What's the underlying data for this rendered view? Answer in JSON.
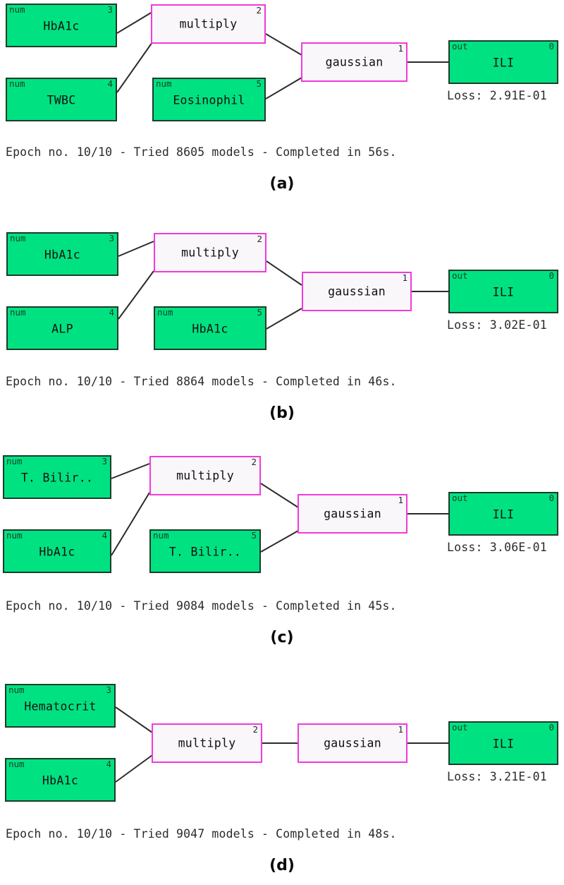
{
  "figure": {
    "background_color": "#ffffff",
    "node_green": "#00e281",
    "node_border_green": "#1d3b2a",
    "op_border_pink": "#ef3bdc",
    "op_fill": "#f9f7f9",
    "edge_color": "#2b2b2b"
  },
  "panels": [
    {
      "label": "(a)",
      "loss": "Loss: 2.91E-01",
      "epoch": "Epoch no. 10/10 - Tried 8605 models - Completed in 56s.",
      "nodes": {
        "in_top": {
          "kind": "num",
          "index": "3",
          "title": "HbA1c"
        },
        "in_bottom": {
          "kind": "num",
          "index": "4",
          "title": "TWBC"
        },
        "in_mid": {
          "kind": "num",
          "index": "5",
          "title": "Eosinophil"
        },
        "op_multiply": {
          "kind": "op",
          "index": "2",
          "title": "multiply"
        },
        "op_gaussian": {
          "kind": "op",
          "index": "1",
          "title": "gaussian"
        },
        "out": {
          "kind": "out",
          "index": "0",
          "title": "ILI"
        }
      }
    },
    {
      "label": "(b)",
      "loss": "Loss: 3.02E-01",
      "epoch": "Epoch no. 10/10 - Tried 8864 models - Completed in 46s.",
      "nodes": {
        "in_top": {
          "kind": "num",
          "index": "3",
          "title": "HbA1c"
        },
        "in_bottom": {
          "kind": "num",
          "index": "4",
          "title": "ALP"
        },
        "in_mid": {
          "kind": "num",
          "index": "5",
          "title": "HbA1c"
        },
        "op_multiply": {
          "kind": "op",
          "index": "2",
          "title": "multiply"
        },
        "op_gaussian": {
          "kind": "op",
          "index": "1",
          "title": "gaussian"
        },
        "out": {
          "kind": "out",
          "index": "0",
          "title": "ILI"
        }
      }
    },
    {
      "label": "(c)",
      "loss": "Loss: 3.06E-01",
      "epoch": "Epoch no. 10/10 - Tried 9084 models - Completed in 45s.",
      "nodes": {
        "in_top": {
          "kind": "num",
          "index": "3",
          "title": "T. Bilir.."
        },
        "in_bottom": {
          "kind": "num",
          "index": "4",
          "title": "HbA1c"
        },
        "in_mid": {
          "kind": "num",
          "index": "5",
          "title": "T. Bilir.."
        },
        "op_multiply": {
          "kind": "op",
          "index": "2",
          "title": "multiply"
        },
        "op_gaussian": {
          "kind": "op",
          "index": "1",
          "title": "gaussian"
        },
        "out": {
          "kind": "out",
          "index": "0",
          "title": "ILI"
        }
      }
    },
    {
      "label": "(d)",
      "loss": "Loss: 3.21E-01",
      "epoch": "Epoch no. 10/10 - Tried 9047 models - Completed in 48s.",
      "nodes": {
        "in_top": {
          "kind": "num",
          "index": "3",
          "title": "Hematocrit"
        },
        "in_bottom": {
          "kind": "num",
          "index": "4",
          "title": "HbA1c"
        },
        "op_multiply": {
          "kind": "op",
          "index": "2",
          "title": "multiply"
        },
        "op_gaussian": {
          "kind": "op",
          "index": "1",
          "title": "gaussian"
        },
        "out": {
          "kind": "out",
          "index": "0",
          "title": "ILI"
        }
      }
    }
  ],
  "labels": {
    "kind_num": "num",
    "kind_out": "out"
  }
}
